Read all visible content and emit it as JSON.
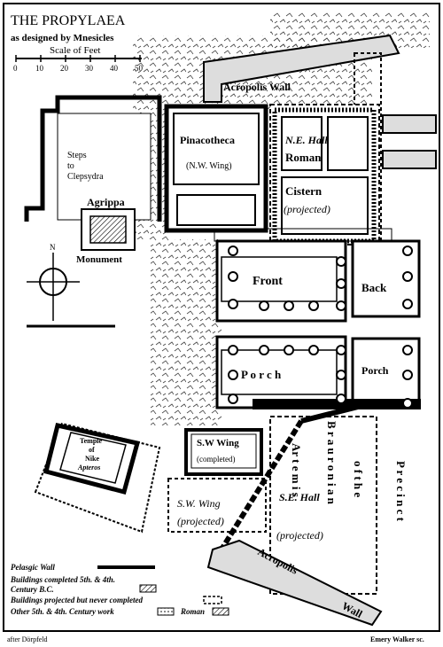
{
  "title": "THE PROPYLAEA",
  "subtitle": "as designed by Mnesicles",
  "scale": {
    "label": "Scale of Feet",
    "ticks": [
      "0",
      "10",
      "20",
      "30",
      "40",
      "50"
    ]
  },
  "labels": {
    "acropolis_wall_top": "Acropolis Wall",
    "pinacotheca": "Pinacotheca",
    "nw_wing": "(N.W. Wing)",
    "ne_hall": "N.E. Hall",
    "roman": "Roman",
    "cistern": "Cistern",
    "projected": "(projected)",
    "steps_1": "Steps",
    "steps_2": "to",
    "steps_3": "Clepsydra",
    "agrippa": "Agrippa",
    "monument": "Monument",
    "north": "N",
    "front": "Front",
    "back": "Back",
    "porch_left": "P o r c h",
    "porch_right": "Porch",
    "temple_1": "Temple",
    "temple_2": "of",
    "temple_3": "Nike",
    "temple_4": "Apteros",
    "sw_wing": "S.W Wing",
    "sw_completed": "(completed)",
    "sw_wing_projected": "S.W. Wing",
    "sw_projected": "(projected)",
    "artemis": "Ar t e m i s",
    "se_hall": "S.E. Hall",
    "se_projected": "(projected)",
    "brauronian": "B r a u r o n i a n",
    "of_the": "o f   t h e",
    "precinct": "P r e c i n c t",
    "acropolis_wall_bottom": "Acropolis",
    "wall": "Wall"
  },
  "legend": {
    "pelasgic": "Pelasgic Wall",
    "completed_1": "Buildings completed 5th. & 4th.",
    "completed_2": "Century B.C.",
    "projected": "Buildings projected but never completed",
    "other": "Other 5th. & 4th. Century work",
    "roman": "Roman"
  },
  "credits": {
    "left": "after Dörpfeld",
    "right": "Emery Walker sc."
  }
}
